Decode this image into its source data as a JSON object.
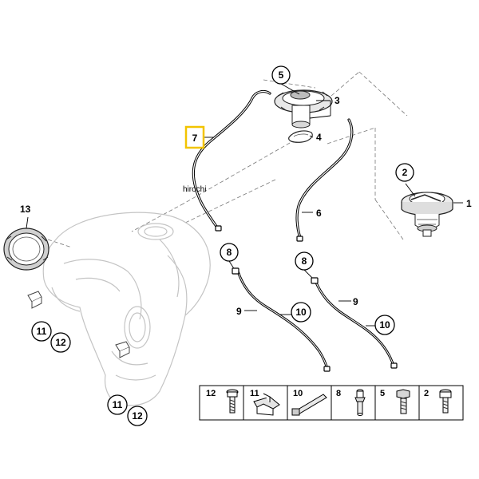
{
  "watermark": "hirochi",
  "callouts": {
    "c5_top": "5",
    "c3": "3",
    "c4": "4",
    "c7": "7",
    "c2": "2",
    "c1": "1",
    "c13": "13",
    "c6": "6",
    "c8_left": "8",
    "c8_right": "8",
    "c9_left": "9",
    "c9_right": "9",
    "c10_left": "10",
    "c10_right": "10",
    "c11_upper": "11",
    "c12_upper": "12",
    "c11_lower": "11",
    "c12_lower": "12"
  },
  "parts_strip": [
    "12",
    "11",
    "10",
    "8",
    "5",
    "2"
  ],
  "colors": {
    "highlight": "#f2c400",
    "line": "#000000",
    "ghost": "#bdbdbd"
  }
}
